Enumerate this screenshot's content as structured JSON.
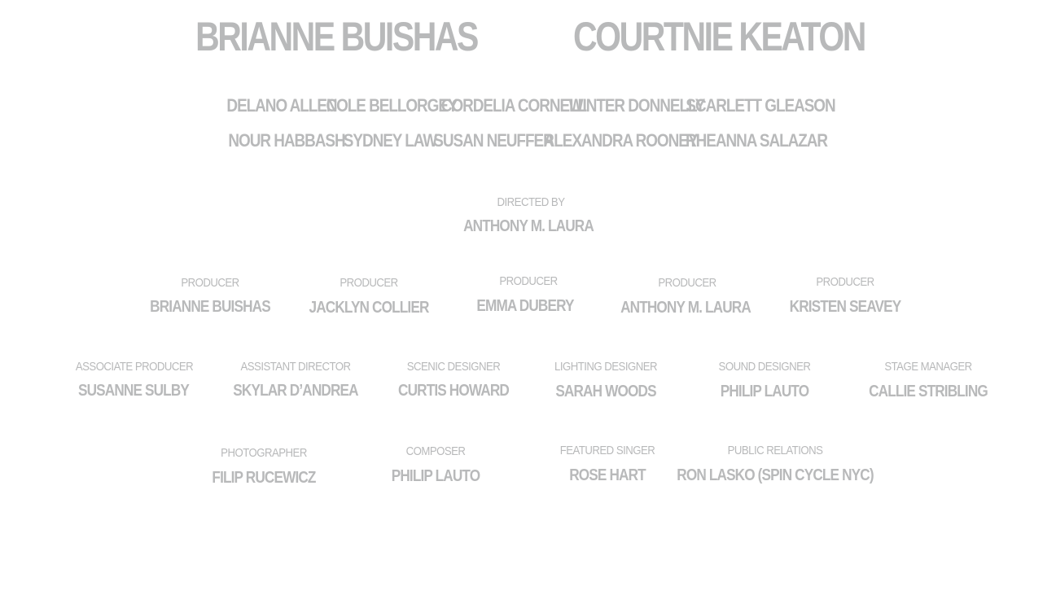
{
  "stars": [
    "BRIANNE BUISHAS",
    "COURTNIE KEATON"
  ],
  "cast_row1": [
    "DELANO ALLEN",
    "COLE BELLORGEY",
    "CORDELIA CORNELL",
    "WINTER DONNELLY",
    "SCARLETT GLEASON"
  ],
  "cast_row2": [
    "NOUR HABBASH",
    "SYDNEY LAW",
    "SUSAN NEUFFER",
    "ALEXANDRA ROONEY",
    "RHEANNA SALAZAR"
  ],
  "director": {
    "role": "DIRECTED BY",
    "name": "ANTHONY M. LAURA"
  },
  "producers": [
    {
      "role": "PRODUCER",
      "name": "BRIANNE BUISHAS"
    },
    {
      "role": "PRODUCER",
      "name": "JACKLYN COLLIER"
    },
    {
      "role": "PRODUCER",
      "name": "EMMA DUBERY"
    },
    {
      "role": "PRODUCER",
      "name": "ANTHONY M. LAURA"
    },
    {
      "role": "PRODUCER",
      "name": "KRISTEN SEAVEY"
    }
  ],
  "crew_row1": [
    {
      "role": "ASSOCIATE PRODUCER",
      "name": "SUSANNE SULBY"
    },
    {
      "role": "ASSISTANT DIRECTOR",
      "name": "SKYLAR D’ANDREA"
    },
    {
      "role": "SCENIC DESIGNER",
      "name": "CURTIS HOWARD"
    },
    {
      "role": "LIGHTING DESIGNER",
      "name": "SARAH WOODS"
    },
    {
      "role": "SOUND DESIGNER",
      "name": "PHILIP LAUTO"
    },
    {
      "role": "STAGE MANAGER",
      "name": "CALLIE STRIBLING"
    }
  ],
  "crew_row2": [
    {
      "role": "PHOTOGRAPHER",
      "name": "FILIP RUCEWICZ"
    },
    {
      "role": "COMPOSER",
      "name": "PHILIP LAUTO"
    },
    {
      "role": "FEATURED SINGER",
      "name": "ROSE HART"
    },
    {
      "role": "PUBLIC RELATIONS",
      "name": "RON LASKO (SPIN CYCLE NYC)"
    }
  ],
  "colors": {
    "text": "#b8b9ba",
    "background": "#ffffff"
  }
}
